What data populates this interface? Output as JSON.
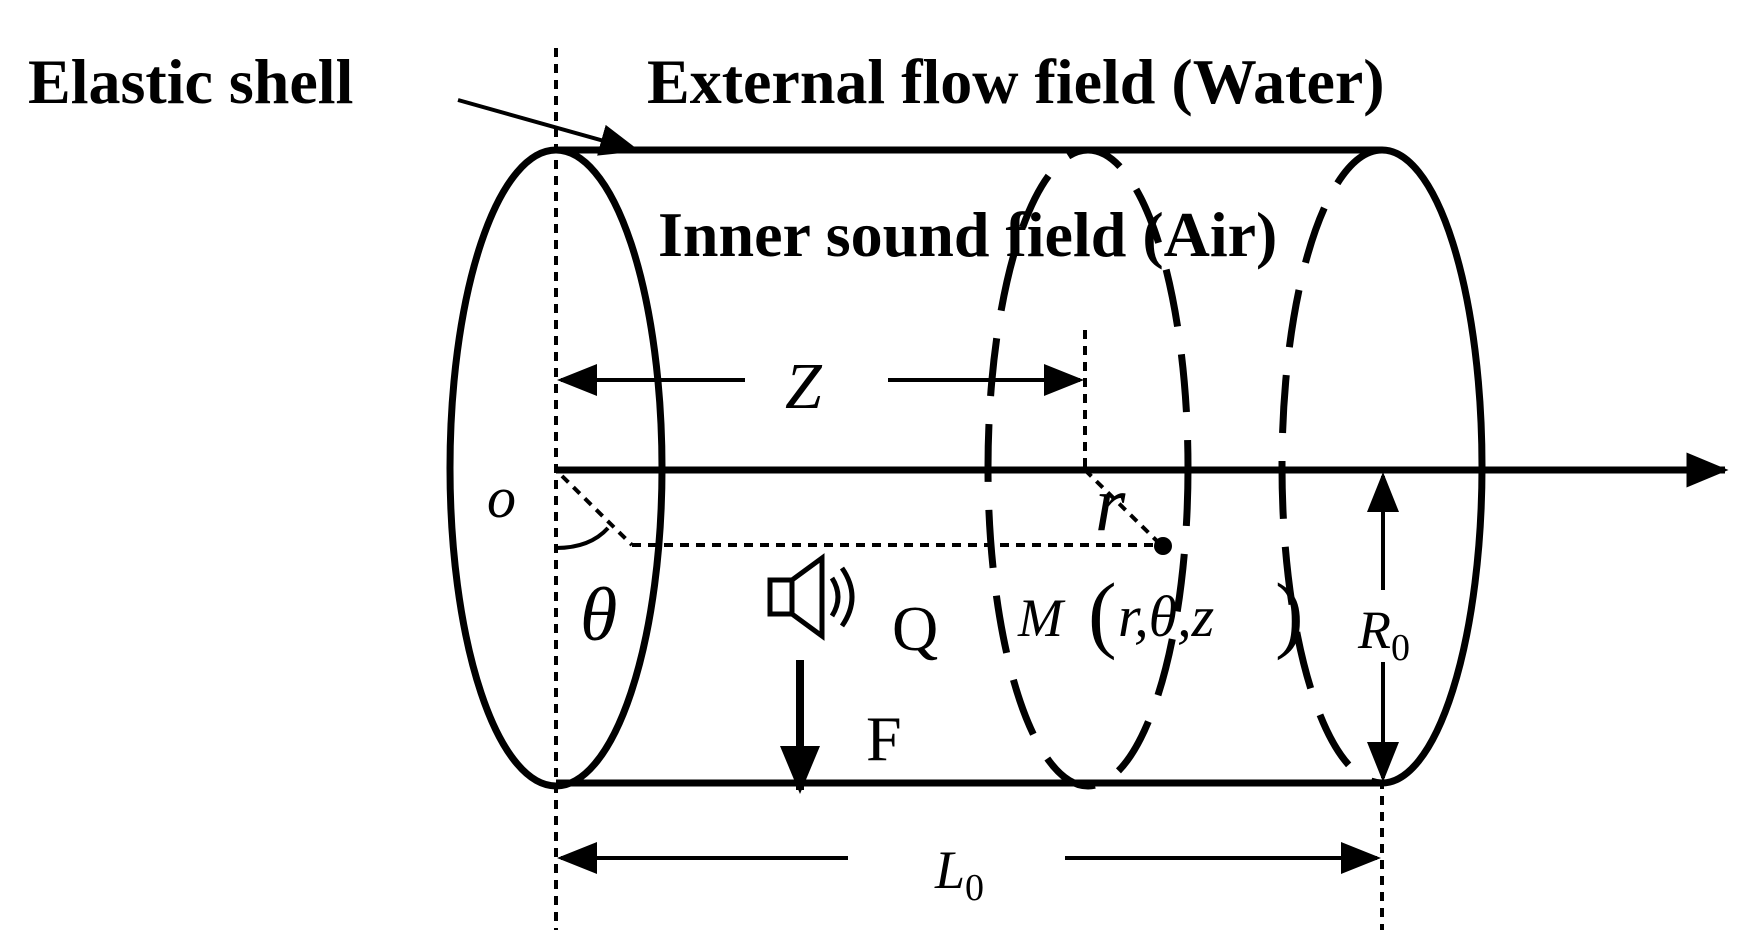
{
  "labels": {
    "elastic_shell": "Elastic shell",
    "external_field": "External flow field (Water)",
    "inner_field": "Inner sound field (Air)",
    "z_dimension": "Z",
    "origin": "o",
    "radial": "r",
    "angle": "θ",
    "point_m": "M",
    "point_m_args": "r,θ,z",
    "source": "Q",
    "force": "F",
    "radius_symbol": "R",
    "radius_subscript": "0",
    "length_symbol": "L",
    "length_subscript": "0"
  },
  "icons": {
    "sound_source": "speaker-icon"
  },
  "colors": {
    "ink": "#000000",
    "background": "#ffffff"
  }
}
